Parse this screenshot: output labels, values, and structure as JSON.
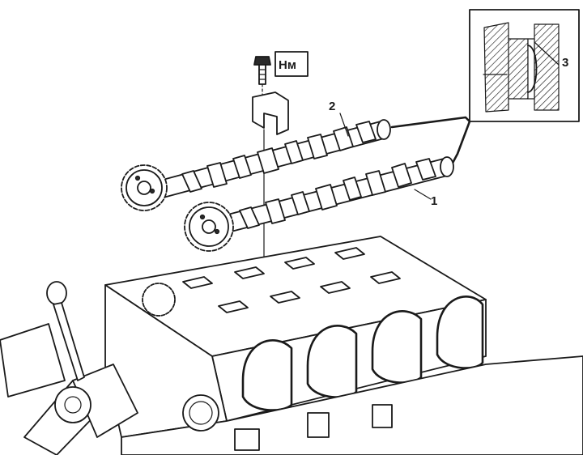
{
  "callouts": {
    "part_1": "1",
    "part_2": "2",
    "part_3": "3"
  },
  "torque_badge": "Нм",
  "icons": {
    "torque": "torque-symbol-icon",
    "bolt": "bolt-icon"
  },
  "colors": {
    "ink": "#1a1a1a",
    "paper": "#ffffff"
  }
}
